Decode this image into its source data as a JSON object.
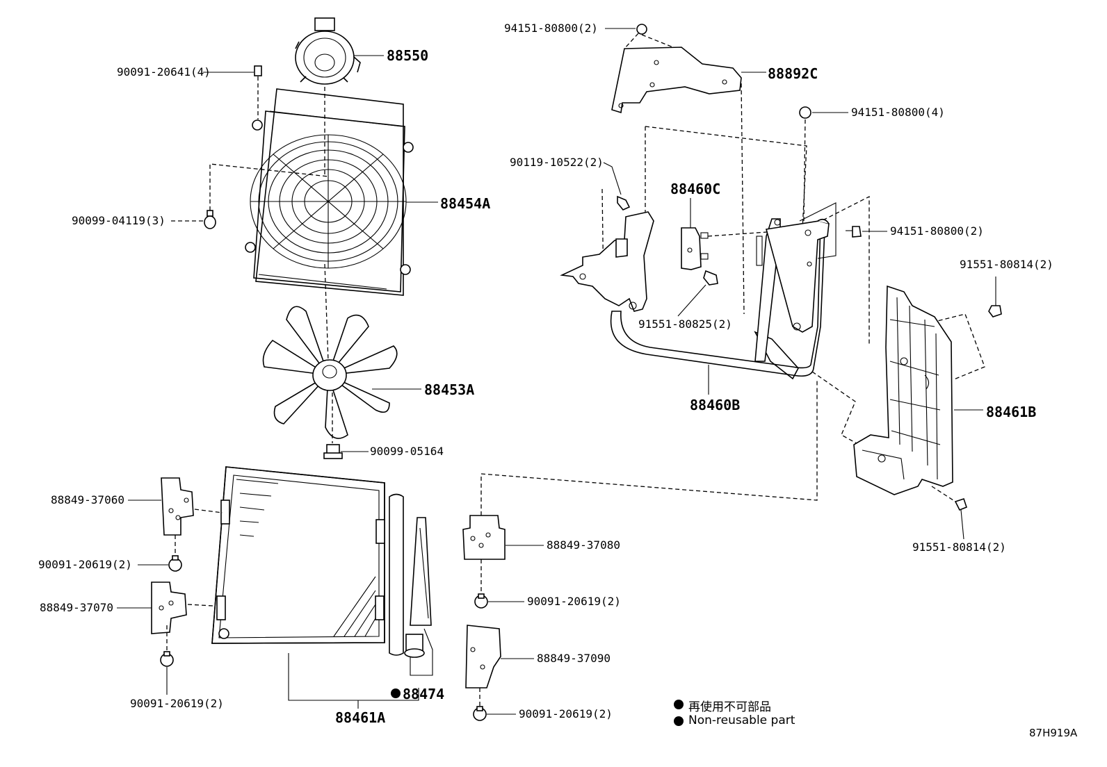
{
  "diagram": {
    "figure_code": "87H919A",
    "legend": {
      "line1": "再使用不可部品",
      "line2": "Non-reusable part"
    },
    "parts": {
      "p88550": "88550",
      "p90091_20641": "90091-20641(4)",
      "p88454A": "88454A",
      "p90099_04119": "90099-04119(3)",
      "p88453A": "88453A",
      "p90099_05164": "90099-05164",
      "p88849_37060": "88849-37060",
      "p90091_20619_a": "90091-20619(2)",
      "p88849_37070": "88849-37070",
      "p90091_20619_b": "90091-20619(2)",
      "p88461A": "88461A",
      "p88474": "88474",
      "p88849_37080": "88849-37080",
      "p90091_20619_c": "90091-20619(2)",
      "p88849_37090": "88849-37090",
      "p90091_20619_d": "90091-20619(2)",
      "p94151_80800_2a": "94151-80800(2)",
      "p88892C": "88892C",
      "p94151_80800_4": "94151-80800(4)",
      "p90119_10522": "90119-10522(2)",
      "p88460C": "88460C",
      "p94151_80800_2b": "94151-80800(2)",
      "p91551_80814_a": "91551-80814(2)",
      "p91551_80825": "91551-80825(2)",
      "p88460B": "88460B",
      "p88461B": "88461B",
      "p91551_80814_b": "91551-80814(2)"
    }
  }
}
